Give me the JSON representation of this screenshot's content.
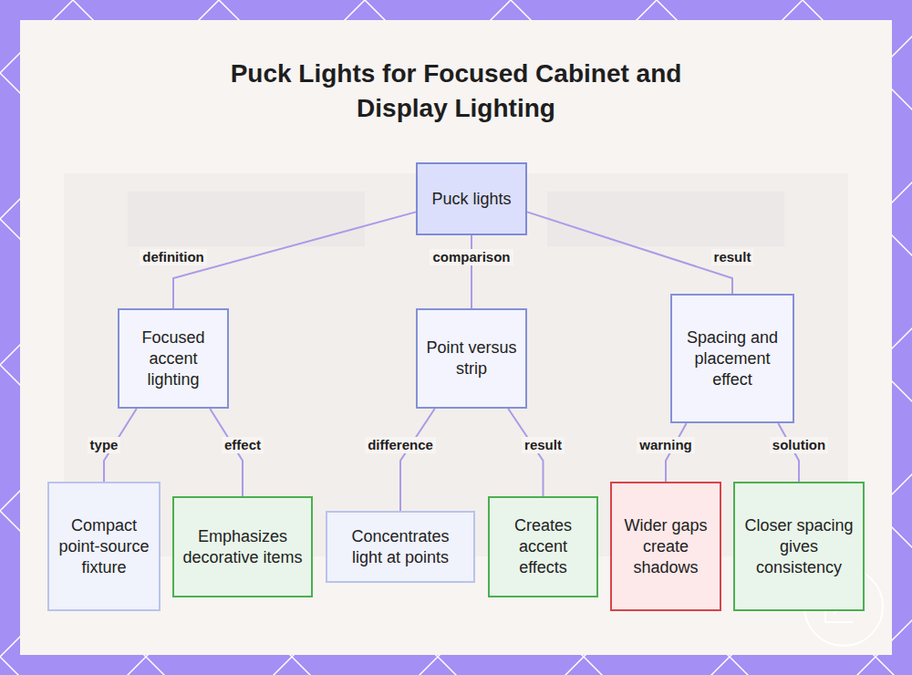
{
  "diagram": {
    "title": "Puck Lights for Focused Cabinet and Display Lighting",
    "nodes": [
      {
        "text": [
          "Puck lights"
        ]
      },
      {
        "text": [
          "Focused accent lighting"
        ]
      },
      {
        "text": [
          "Point versus strip"
        ]
      },
      {
        "text": [
          "Spacing and placement effect"
        ]
      },
      {
        "text": [
          "Compact point-source fixture"
        ]
      },
      {
        "text": [
          "Emphasizes decorative items"
        ]
      },
      {
        "text": [
          "Concentrates light at points"
        ]
      },
      {
        "text": [
          "Creates accent effects"
        ]
      },
      {
        "text": [
          "Wider gaps create shadows"
        ]
      },
      {
        "text": [
          "Closer spacing gives consistency"
        ]
      }
    ],
    "edges": [
      {
        "from": 0,
        "to": 1,
        "label": "definition",
        "arrow": "none"
      },
      {
        "from": 0,
        "to": 2,
        "label": "comparison",
        "arrow": "none"
      },
      {
        "from": 0,
        "to": 3,
        "label": "result",
        "arrow": "none"
      },
      {
        "from": 1,
        "to": 4,
        "label": "type",
        "arrow": "none"
      },
      {
        "from": 1,
        "to": 5,
        "label": "effect",
        "arrow": "none"
      },
      {
        "from": 2,
        "to": 6,
        "label": "difference",
        "arrow": "none"
      },
      {
        "from": 2,
        "to": 7,
        "label": "result",
        "arrow": "none"
      },
      {
        "from": 3,
        "to": 8,
        "label": "warning",
        "arrow": "none"
      },
      {
        "from": 3,
        "to": 9,
        "label": "solution",
        "arrow": "none"
      }
    ]
  }
}
